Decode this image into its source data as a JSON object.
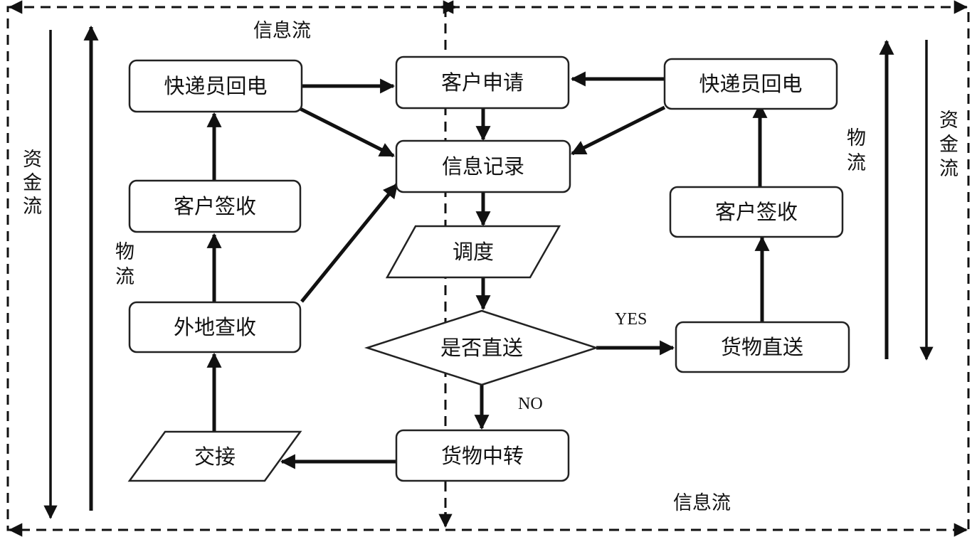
{
  "nodes": {
    "courier_callback_left": "快递员回电",
    "customer_request": "客户申请",
    "courier_callback_right": "快递员回电",
    "info_record": "信息记录",
    "customer_sign_left": "客户签收",
    "customer_sign_right": "客户签收",
    "dispatch": "调度",
    "remote_check": "外地查收",
    "direct_decision": "是否直送",
    "direct_delivery": "货物直送",
    "handover": "交接",
    "transfer": "货物中转"
  },
  "labels": {
    "yes": "YES",
    "no": "NO",
    "info_flow_top": "信息流",
    "info_flow_bottom": "信息流",
    "capital_flow_left": [
      "资",
      "金",
      "流"
    ],
    "capital_flow_right": [
      "资",
      "金",
      "流"
    ],
    "logistics_left": [
      "物",
      "流"
    ],
    "logistics_right": [
      "物",
      "流"
    ]
  }
}
